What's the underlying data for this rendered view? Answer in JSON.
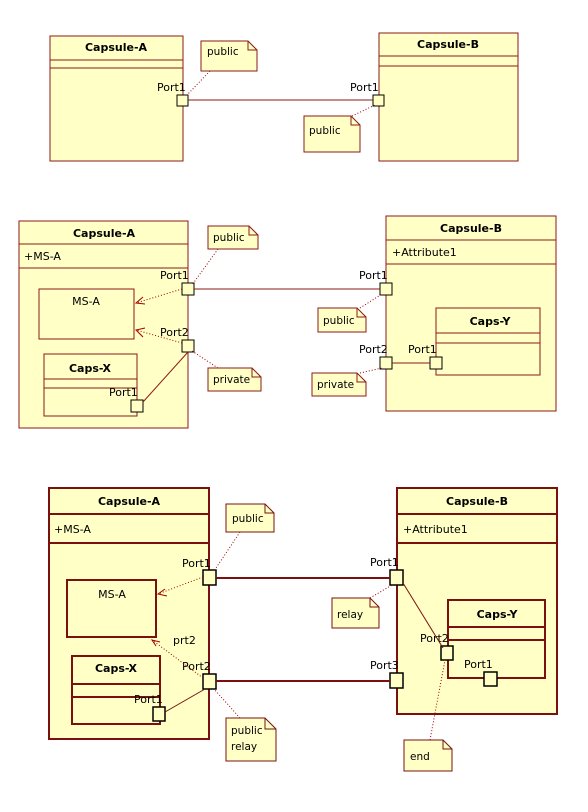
{
  "diagram1": {
    "capsule_a": {
      "title": "Capsule-A",
      "port1": "Port1"
    },
    "capsule_b": {
      "title": "Capsule-B",
      "port1": "Port1"
    },
    "note_a": "public",
    "note_b": "public"
  },
  "diagram2": {
    "capsule_a": {
      "title": "Capsule-A",
      "attribute": "+MS-A",
      "port1": "Port1",
      "port2": "Port2"
    },
    "ms_a": {
      "title": "MS-A"
    },
    "caps_x": {
      "title": "Caps-X",
      "port1": "Port1"
    },
    "capsule_b": {
      "title": "Capsule-B",
      "attribute": "+Attribute1",
      "port1": "Port1",
      "port2": "Port2"
    },
    "caps_y": {
      "title": "Caps-Y",
      "port1": "Port1"
    },
    "note_a_port1": "public",
    "note_a_port2": "private",
    "note_b_port1": "public",
    "note_b_port2": "private"
  },
  "diagram3": {
    "capsule_a": {
      "title": "Capsule-A",
      "attribute": "+MS-A",
      "port1": "Port1",
      "port2": "Port2"
    },
    "ms_a": {
      "title": "MS-A"
    },
    "prt2_label": "prt2",
    "caps_x": {
      "title": "Caps-X",
      "port1": "Port1"
    },
    "capsule_b": {
      "title": "Capsule-B",
      "attribute": "+Attribute1",
      "port1": "Port1",
      "port3": "Port3"
    },
    "caps_y": {
      "title": "Caps-Y",
      "port1": "Port1",
      "port2": "Port2"
    },
    "note_a_port1": "public",
    "note_a_port2_line1": "public",
    "note_a_port2_line2": "relay",
    "note_b_port1": "relay",
    "note_end": "end"
  },
  "colors": {
    "fill": "#ffffc6",
    "border": "#800000",
    "border_bold": "#7a1010",
    "dotted": "#a00000"
  }
}
